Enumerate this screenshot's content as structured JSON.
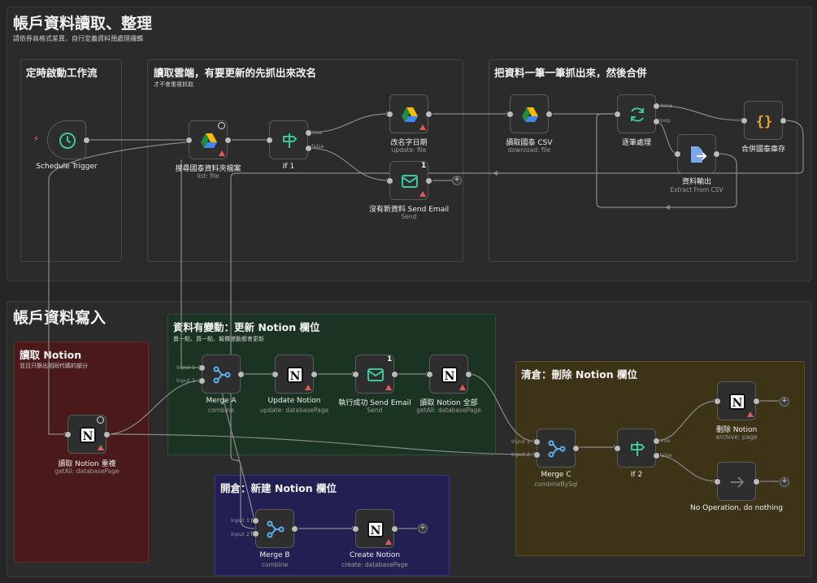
{
  "top": {
    "title": "帳戶資料讀取、整理",
    "subtitle": "請依券商格式差異，自行定義資料預處理邏輯",
    "groups": {
      "schedule": {
        "title": "定時啟動工作流"
      },
      "cloud": {
        "title": "讀取雲端，有要更新的先抓出來改名",
        "subtitle": "才不會重複抓取"
      },
      "merge": {
        "title": "把資料一筆一筆抓出來，然後合併"
      }
    }
  },
  "bottom": {
    "title": "帳戶資料寫入",
    "groups": {
      "read": {
        "title": "讀取 Notion",
        "subtitle": "並且只篩出相同代碼的部分"
      },
      "update": {
        "title": "資料有變動：更新 Notion 欄位",
        "subtitle": "賣一點、買一點、報價變動都會更新"
      },
      "create": {
        "title": "開倉：新建 Notion 欄位"
      },
      "clear": {
        "title": "清倉：刪除 Notion 欄位"
      }
    }
  },
  "nodes": {
    "schedule": {
      "label": "Schedule Trigger",
      "sub": ""
    },
    "search": {
      "label": "搜尋國泰資料夾檔案",
      "sub": "list: file"
    },
    "if1": {
      "label": "If 1",
      "sub": ""
    },
    "rename": {
      "label": "改名字日期",
      "sub": "update: file"
    },
    "noemail": {
      "label": "沒有新資料 Send Email",
      "sub": "Send",
      "badge": "1"
    },
    "readcsv": {
      "label": "讀取國泰 CSV",
      "sub": "download: file"
    },
    "loop": {
      "label": "逐筆處理",
      "sub": ""
    },
    "extract": {
      "label": "資料輸出",
      "sub": "Extract From CSV"
    },
    "combine": {
      "label": "合併國泰庫存",
      "sub": ""
    },
    "notionread": {
      "label": "讀取 Notion 重複",
      "sub": "getAll: databasePage"
    },
    "mergeA": {
      "label": "Merge A",
      "sub": "combine"
    },
    "updnotion": {
      "label": "Update Notion",
      "sub": "update: databasePage"
    },
    "okemail": {
      "label": "執行成功 Send Email",
      "sub": "Send",
      "badge": "1"
    },
    "readall": {
      "label": "讀取 Notion 全部",
      "sub": "getAll: databasePage"
    },
    "mergeB": {
      "label": "Merge B",
      "sub": "combine"
    },
    "createnotion": {
      "label": "Create Notion",
      "sub": "create: databasePage"
    },
    "mergeC": {
      "label": "Merge C",
      "sub": "combineBySql"
    },
    "if2": {
      "label": "If 2",
      "sub": ""
    },
    "delnotion": {
      "label": "刪除 Notion",
      "sub": "archive: page"
    },
    "noop": {
      "label": "No Operation, do nothing",
      "sub": ""
    }
  },
  "handles": {
    "true": "true",
    "false": "false",
    "done": "done",
    "loop": "loop",
    "input1": "Input 1",
    "input2": "Input 2"
  },
  "colors": {
    "canvas": "#262626",
    "read_group": "#4a1a1a",
    "update_group": "#1a3322",
    "create_group": "#222052",
    "clear_group": "#3d3418",
    "warning": "#e05b5b",
    "wire": "#8a8a8a"
  }
}
